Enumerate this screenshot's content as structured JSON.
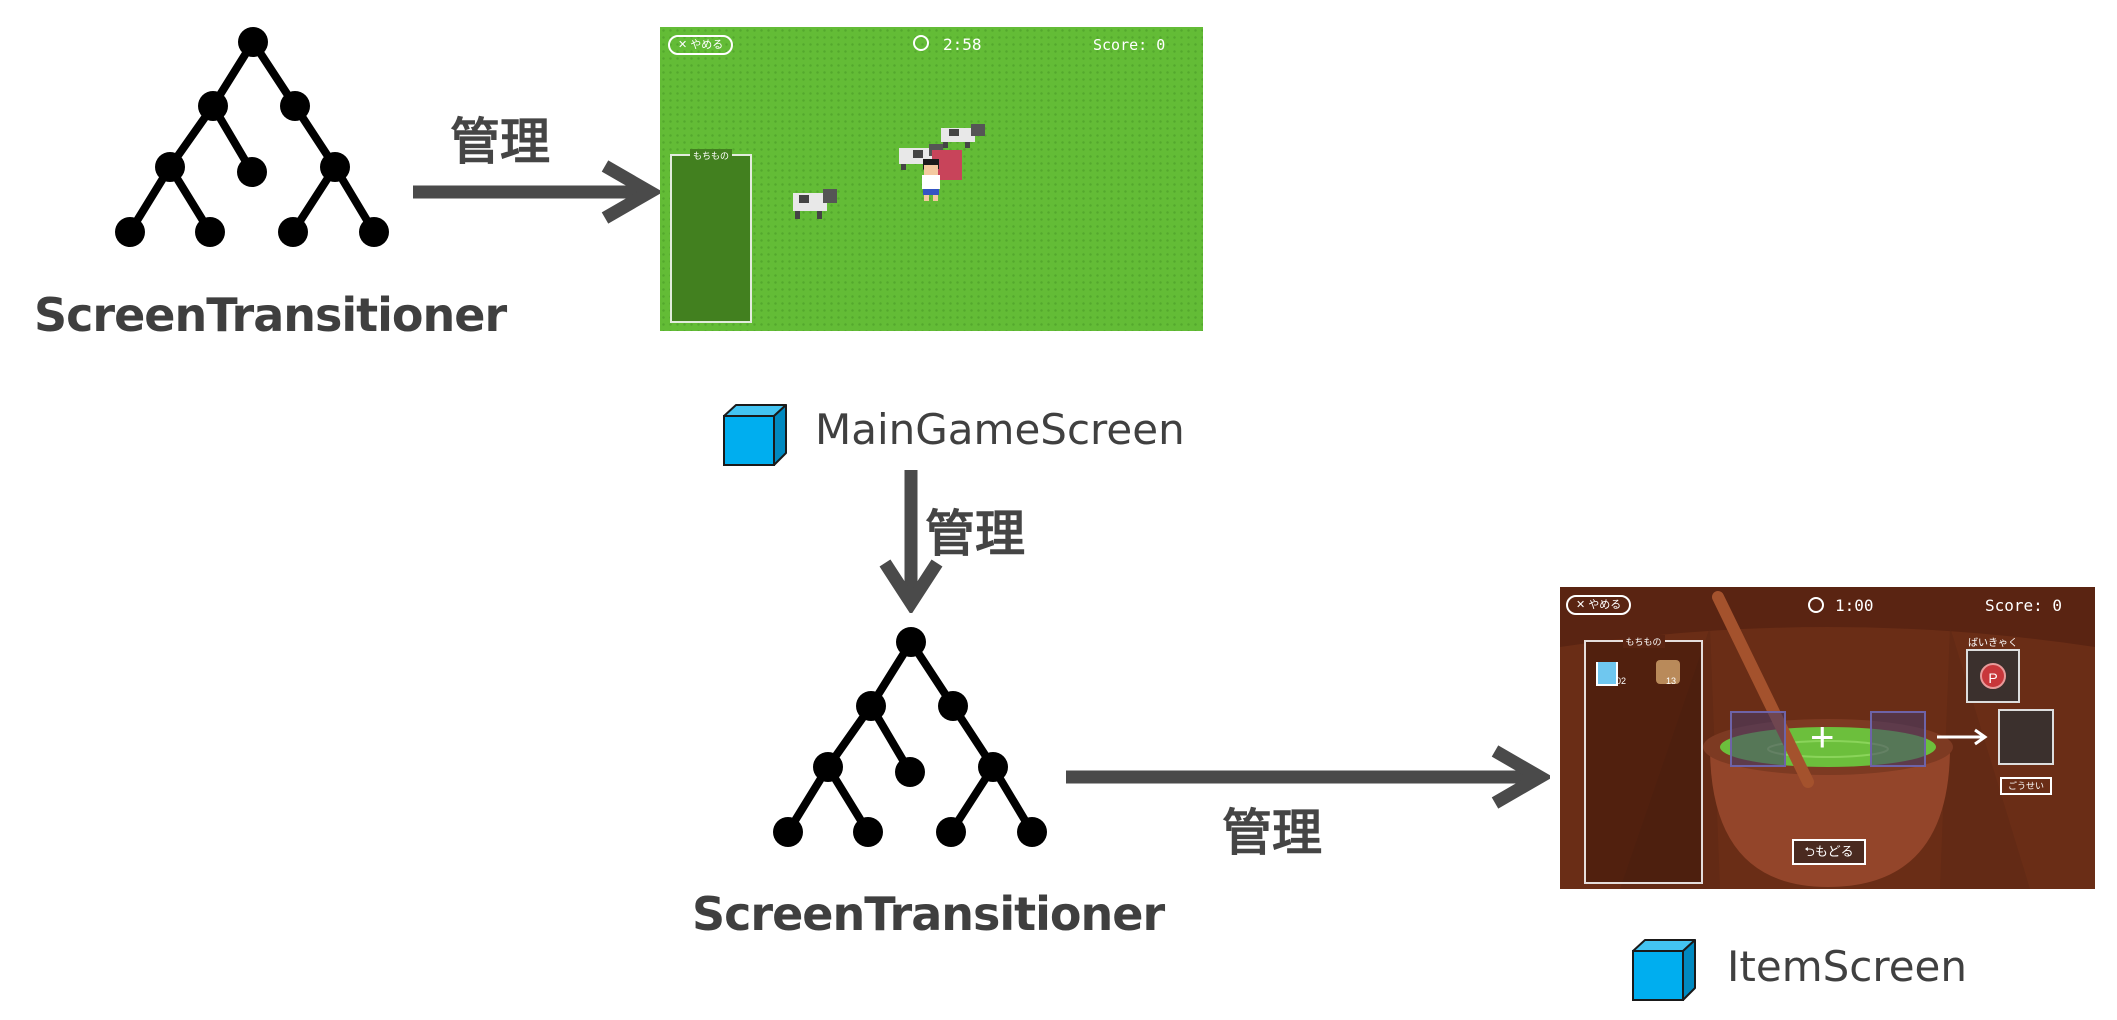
{
  "diagram": {
    "nodes": {
      "transitioner_top": "ScreenTransitioner",
      "transitioner_bottom": "ScreenTransitioner",
      "main_game_screen": "MainGameScreen",
      "item_screen": "ItemScreen"
    },
    "edges": {
      "top_to_main": "管理",
      "main_to_transitioner": "管理",
      "transitioner_to_item": "管理"
    }
  },
  "main_game": {
    "quit_button": "✕ やめる",
    "timer": "2:58",
    "score": "Score: 0",
    "inventory_title": "もちもの"
  },
  "item_screen": {
    "quit_button": "✕ やめる",
    "timer": "1:00",
    "score": "Score: 0",
    "inventory_title": "もちもの",
    "item_counts": [
      "02",
      "13"
    ],
    "discard_label": "ばいきゃく",
    "discard_icon_letter": "P",
    "combine_button": "ごうせい",
    "back_button": "もどる",
    "back_icon": "⮌"
  },
  "colors": {
    "arrow": "#4a4a4a",
    "tree": "#000000",
    "cube": "#00aeef",
    "grass": "#63bc36",
    "cauldron_bg": "#6a2d16"
  }
}
